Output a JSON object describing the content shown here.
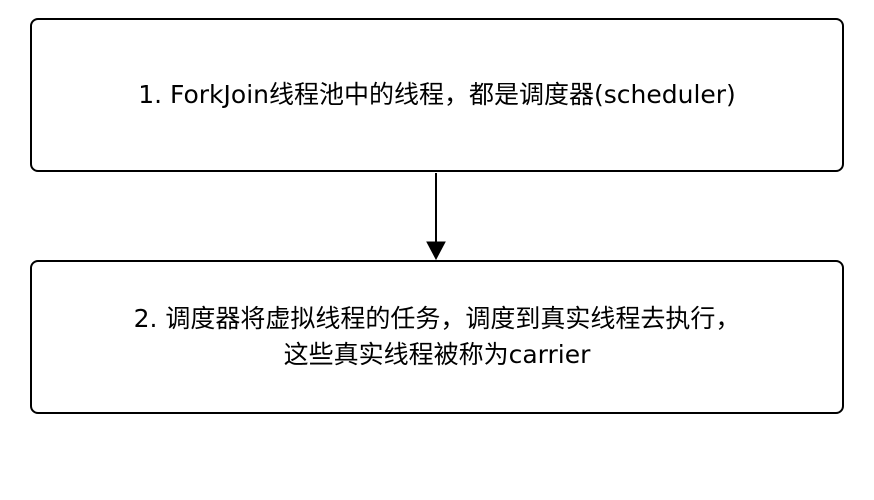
{
  "diagram": {
    "steps": [
      {
        "lines": [
          "1. ForkJoin线程池中的线程，都是调度器(scheduler)"
        ]
      },
      {
        "lines": [
          "2. 调度器将虚拟线程的任务，调度到真实线程去执行，",
          "这些真实线程被称为carrier"
        ]
      }
    ],
    "colors": {
      "stroke": "#000000",
      "fill": "#ffffff",
      "text": "#000000"
    }
  }
}
